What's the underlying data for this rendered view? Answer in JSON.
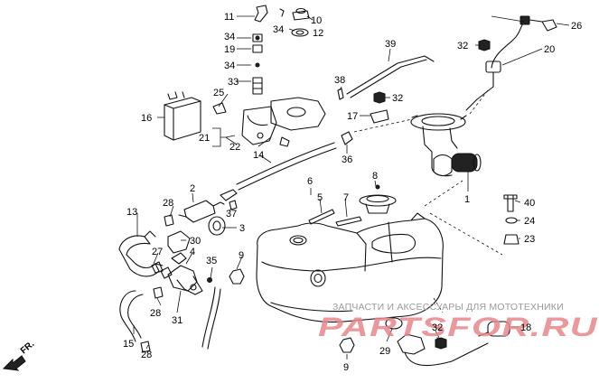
{
  "callouts": [
    "1",
    "2",
    "3",
    "4",
    "5",
    "6",
    "7",
    "8",
    "9",
    "9",
    "10",
    "11",
    "12",
    "13",
    "14",
    "15",
    "16",
    "17",
    "18",
    "19",
    "20",
    "21",
    "22",
    "23",
    "24",
    "25",
    "26",
    "27",
    "28",
    "28",
    "28",
    "29",
    "30",
    "31",
    "32",
    "32",
    "32",
    "33",
    "34",
    "34",
    "34",
    "35",
    "36",
    "37",
    "38",
    "39",
    "40"
  ],
  "watermark": {
    "caption": "ЗАПЧАСТИ И АКСЕССУАРЫ ДЛЯ МОТОТЕХНИКИ",
    "brand": "PARTSFOR.RU"
  },
  "direction_label": "FR."
}
